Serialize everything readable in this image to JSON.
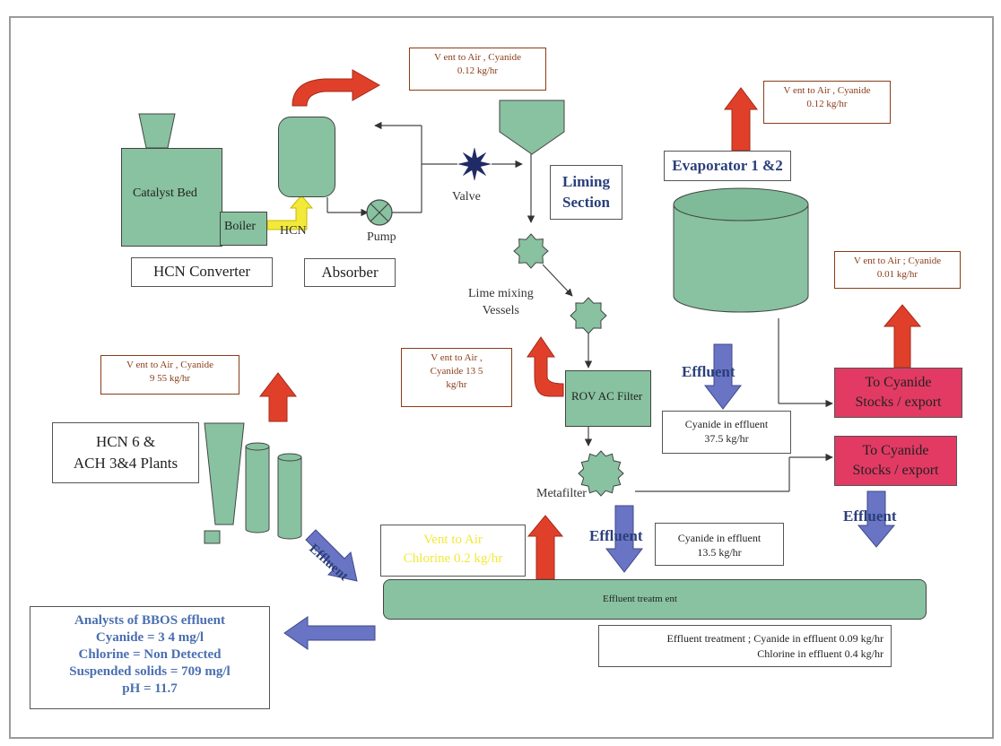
{
  "labels": {
    "catalyst_bed": "Catalyst Bed",
    "boiler": "Boiler",
    "hcn": "HCN",
    "pump": "Pump",
    "valve": "Valve",
    "hcn_converter": "HCN Converter",
    "absorber": "Absorber",
    "liming_section": "Liming\nSection",
    "lime_mixing": "Lime mixing\nVessels",
    "evaporator": "Evaporator 1 &2",
    "rovac_filter": "ROV AC Filter",
    "metafilter": "Metafilter",
    "hcn_plants": "HCN 6 &\nACH 3&4 Plants",
    "to_cyanide_1": "To Cyanide\nStocks / export",
    "to_cyanide_2": "To Cyanide\nStocks / export",
    "effluent_treatment": "Effluent treatm ent"
  },
  "vents": {
    "vent_1": "V ent to Air , Cyanide\n0.12 kg/hr",
    "vent_2": "V ent to Air , Cyanide\n0.12 kg/hr",
    "vent_3": "V ent to Air ; Cyanide\n0.01 kg/hr",
    "vent_4": "V ent to Air ,\nCyanide 13 5\nkg/hr",
    "vent_5": "V ent to Air , Cyanide\n9 55 kg/hr",
    "vent_chlorine": "Vent to Air\nChlorine 0.2 kg/hr"
  },
  "effluent": {
    "label": "Effluent",
    "cyanide_1": "Cyanide in effluent\n37.5 kg/hr",
    "cyanide_2": "Cyanide in effluent\n13.5 kg/hr",
    "treatment_note": "Effluent treatment ; Cyanide in effluent 0.09 kg/hr\nChlorine in effluent 0.4 kg/hr"
  },
  "analysis": {
    "title": "Analysts of BBOS effluent",
    "line1": "Cyanide = 3 4 mg/l",
    "line2": "Chlorine = Non Detected",
    "line3": "Suspended solids  = 709 mg/l",
    "line4": "pH = 11.7"
  },
  "colors": {
    "green": "#88c2a0",
    "red_arrow": "#e0402a",
    "blue_arrow": "#6a74c4",
    "pink": "#e23a63",
    "brown": "#8a3c18",
    "analysis_blue": "#4a6fb0"
  }
}
